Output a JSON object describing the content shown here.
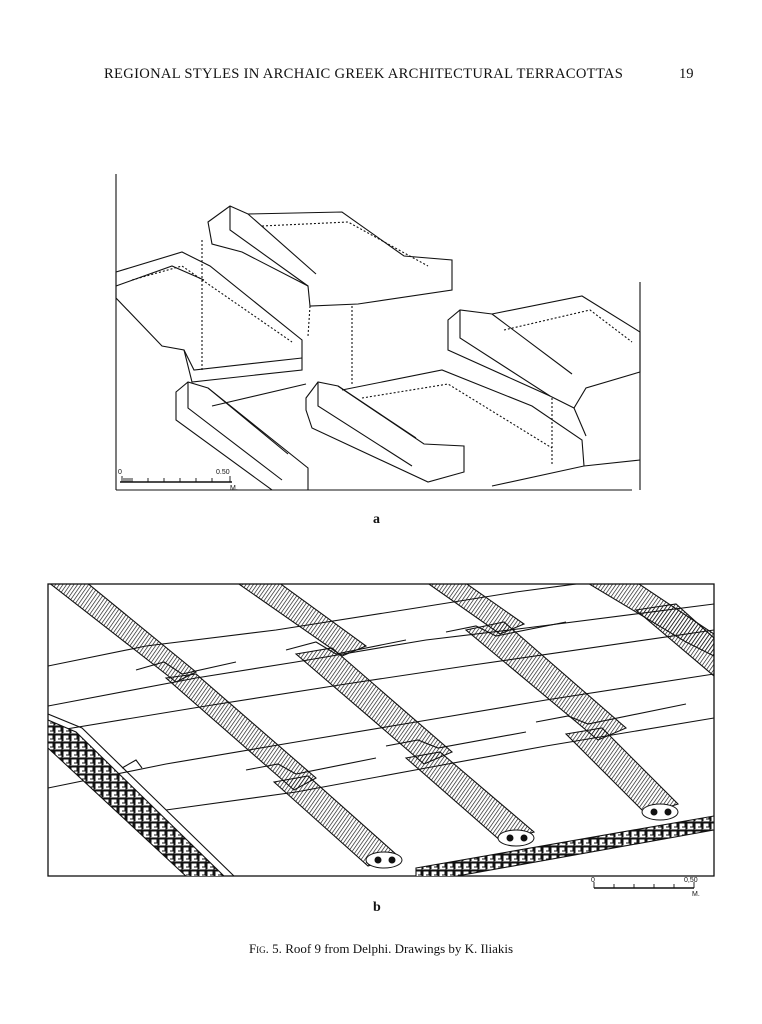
{
  "header": {
    "running_title": "REGIONAL STYLES IN ARCHAIC GREEK ARCHITECTURAL TERRACOTTAS",
    "page_number": "19"
  },
  "figure_a": {
    "label": "a",
    "scale": {
      "start": "0",
      "mid": "0.50",
      "unit": "M."
    }
  },
  "figure_b": {
    "label": "b",
    "scale": {
      "start": "0",
      "end": "0,50",
      "unit": "M."
    }
  },
  "caption": {
    "fig_label": "Fig. 5.",
    "text": "Roof 9 from Delphi. Drawings by K. Iliakis"
  }
}
